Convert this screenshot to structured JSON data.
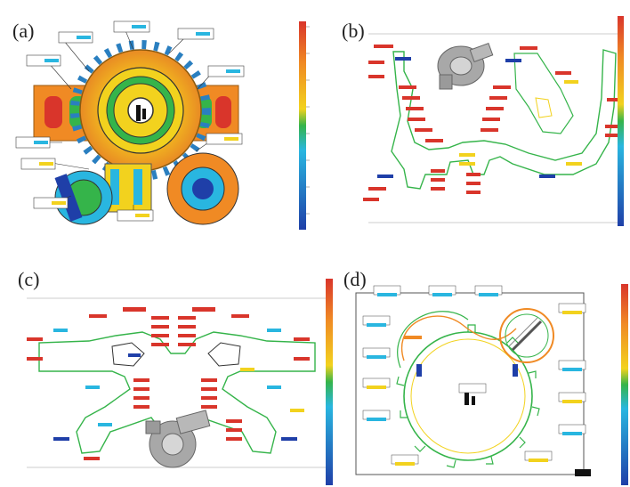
{
  "panels": [
    {
      "label": "(a)"
    },
    {
      "label": "(b)"
    },
    {
      "label": "(c)"
    },
    {
      "label": "(d)"
    }
  ],
  "colors": {
    "red": "#d9352b",
    "orange": "#f08a24",
    "yellow": "#f2d21e",
    "green": "#35b44a",
    "cyan": "#29b6e0",
    "blue": "#1f3fa8",
    "gray": "#a8a8a8"
  }
}
